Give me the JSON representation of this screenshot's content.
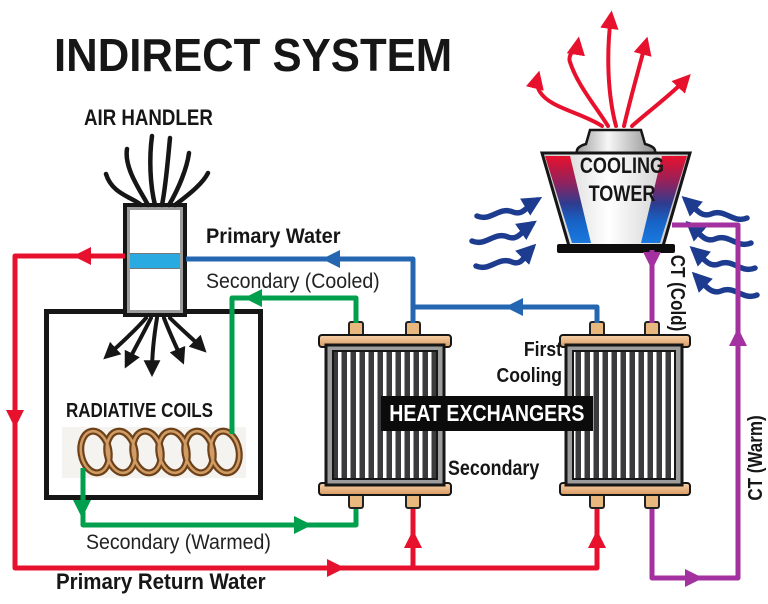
{
  "title": "INDIRECT SYSTEM",
  "labels": {
    "air_handler": "AIR HANDLER",
    "primary_water": "Primary Water",
    "secondary_cooled": "Secondary (Cooled)",
    "radiative_coils": "RADIATIVE COILS",
    "secondary_warmed": "Secondary (Warmed)",
    "primary_return_water": "Primary Return Water",
    "heat_exchangers": "HEAT EXCHANGERS",
    "first": "First",
    "cooling": "Cooling",
    "secondary": "Secondary",
    "cooling_tower_line1": "COOLING",
    "cooling_tower_line2": "TOWER",
    "ct_cold": "CT (Cold)",
    "ct_warm": "CT (Warm)"
  },
  "colors": {
    "primary_water_blue": "#2566b0",
    "primary_return_red": "#e8112d",
    "secondary_loop_green": "#009f4d",
    "condenser_loop_purple": "#a3319f",
    "air_flow_navy": "#1d3c8f",
    "exhaust_red": "#e8112d",
    "copper": "#e9b87e",
    "chilled_band_blue": "#29abe2"
  },
  "flows": [
    {
      "name": "Primary Water",
      "color": "#2566b0"
    },
    {
      "name": "Primary Return Water",
      "color": "#e8112d"
    },
    {
      "name": "Secondary (Cooled)",
      "color": "#009f4d"
    },
    {
      "name": "Secondary (Warmed)",
      "color": "#009f4d"
    },
    {
      "name": "CT (Cold)",
      "color": "#a3319f"
    },
    {
      "name": "CT (Warm)",
      "color": "#a3319f"
    }
  ]
}
